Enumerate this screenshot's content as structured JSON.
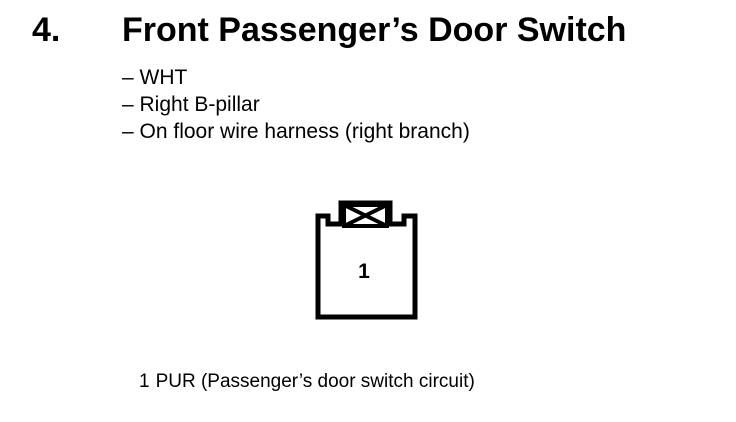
{
  "section": {
    "number": "4.",
    "title": "Front Passenger’s Door Switch"
  },
  "details": [
    "– WHT",
    "– Right B-pillar",
    "– On floor wire harness (right branch)"
  ],
  "connector": {
    "pin_label": "1"
  },
  "pin_legend": {
    "pin": "1",
    "description": "PUR (Passenger’s door switch circuit)"
  }
}
